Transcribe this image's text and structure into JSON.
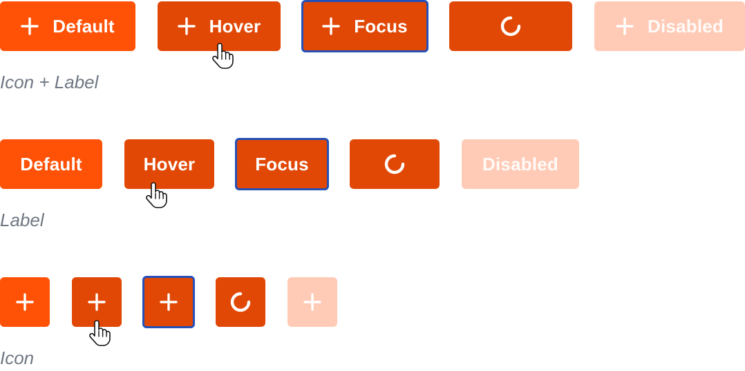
{
  "colors": {
    "default": "#ff5207",
    "hover": "#e14806",
    "focus_ring": "#2450b8",
    "disabled": "#ffcbb6",
    "caption": "#6f7782"
  },
  "icons": {
    "plus": "plus-icon",
    "spinner": "spinner-icon",
    "cursor": "hand-pointer-icon"
  },
  "sections": {
    "icon_label": {
      "caption": "Icon + Label",
      "buttons": {
        "default": "Default",
        "hover": "Hover",
        "focus": "Focus",
        "disabled": "Disabled"
      }
    },
    "label": {
      "caption": "Label",
      "buttons": {
        "default": "Default",
        "hover": "Hover",
        "focus": "Focus",
        "disabled": "Disabled"
      }
    },
    "icon": {
      "caption": "Icon"
    }
  }
}
